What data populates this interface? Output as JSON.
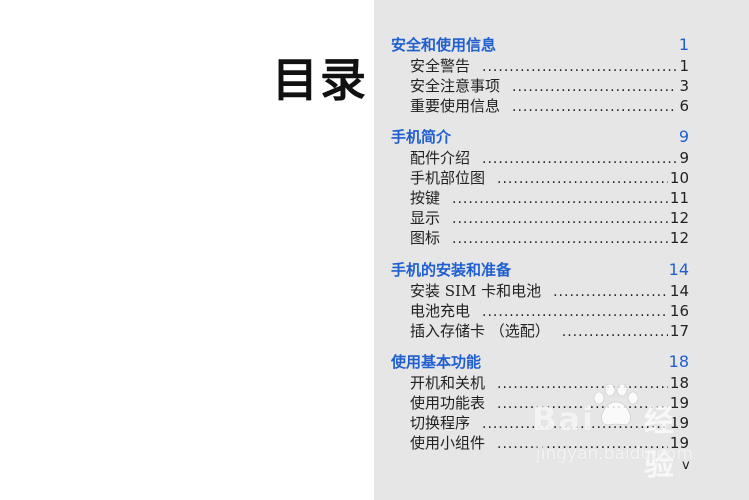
{
  "page": {
    "title": "目录",
    "page_number": "v"
  },
  "colors": {
    "heading": "#1f5fd0",
    "panel_background": "#e6e6e6",
    "text": "#222222"
  },
  "toc": {
    "sections": [
      {
        "title": "安全和使用信息",
        "page": "1",
        "entries": [
          {
            "label": "安全警告",
            "page": "1"
          },
          {
            "label": "安全注意事项",
            "page": "3"
          },
          {
            "label": "重要使用信息",
            "page": "6"
          }
        ]
      },
      {
        "title": "手机简介",
        "page": "9",
        "entries": [
          {
            "label": "配件介绍",
            "page": "9"
          },
          {
            "label": "手机部位图",
            "page": "10"
          },
          {
            "label": "按键",
            "page": "11"
          },
          {
            "label": "显示",
            "page": "12"
          },
          {
            "label": "图标",
            "page": "12"
          }
        ]
      },
      {
        "title": "手机的安装和准备",
        "page": "14",
        "entries": [
          {
            "label": "安装 SIM 卡和电池",
            "page": "14"
          },
          {
            "label": "电池充电",
            "page": "16"
          },
          {
            "label": "插入存储卡 （选配）",
            "page": "17"
          }
        ]
      },
      {
        "title": "使用基本功能",
        "page": "18",
        "entries": [
          {
            "label": "开机和关机",
            "page": "18"
          },
          {
            "label": "使用功能表",
            "page": "19"
          },
          {
            "label": "切换程序",
            "page": "19"
          },
          {
            "label": "使用小组件",
            "page": "19"
          }
        ]
      }
    ]
  },
  "watermark": {
    "brand": "Bai",
    "brand_suffix": "du",
    "product": "经验",
    "url": "jingyan.baidu.com",
    "icon": "baidu-paw-icon"
  }
}
